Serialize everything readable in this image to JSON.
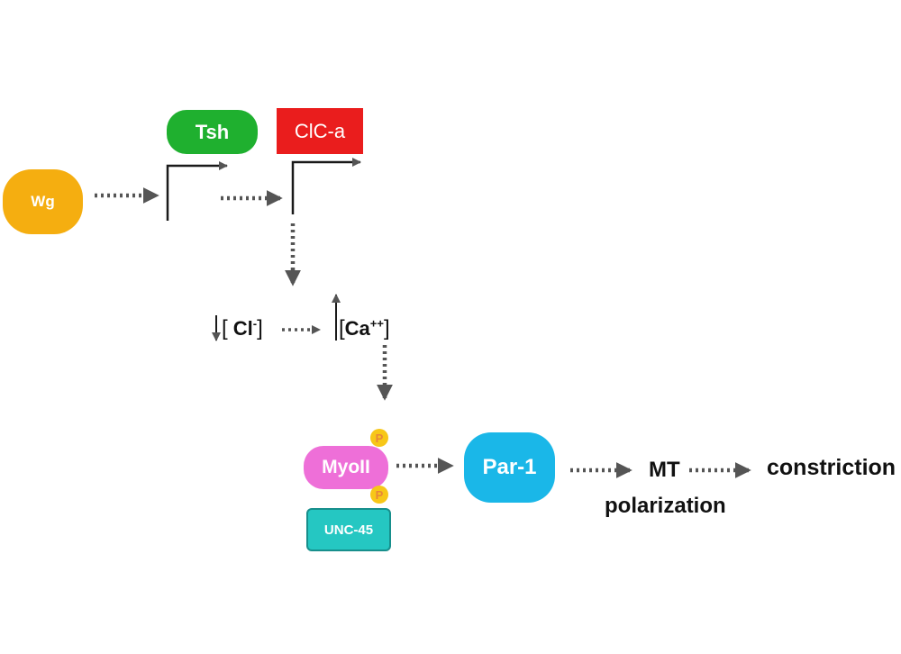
{
  "nodes": {
    "wg": {
      "label": "Wg",
      "color": "#f5ae10"
    },
    "tsh": {
      "label": "Tsh",
      "color": "#1fb02f"
    },
    "clca": {
      "label": "ClC-a",
      "color": "#ea1d1d"
    },
    "myoii": {
      "label": "MyoII",
      "color": "#ee6fd8"
    },
    "unc45": {
      "label": "UNC-45",
      "color": "#25c7c2"
    },
    "par1": {
      "label": "Par-1",
      "color": "#1ab7e8"
    },
    "phospho_top": {
      "label": "P",
      "color": "#f7c718"
    },
    "phospho_bottom": {
      "label": "P",
      "color": "#f7c718"
    }
  },
  "ions": {
    "chloride": {
      "open": "[",
      "symbol": "Cl",
      "charge": "-",
      "close": "]"
    },
    "calcium": {
      "open": "[",
      "symbol": "Ca",
      "charge": "++",
      "close": "]"
    }
  },
  "outputs": {
    "mt": "MT",
    "polarization": "polarization",
    "constriction": "constriction"
  },
  "colors": {
    "arrow": "#555555",
    "gene_line": "#1a1a1a"
  }
}
